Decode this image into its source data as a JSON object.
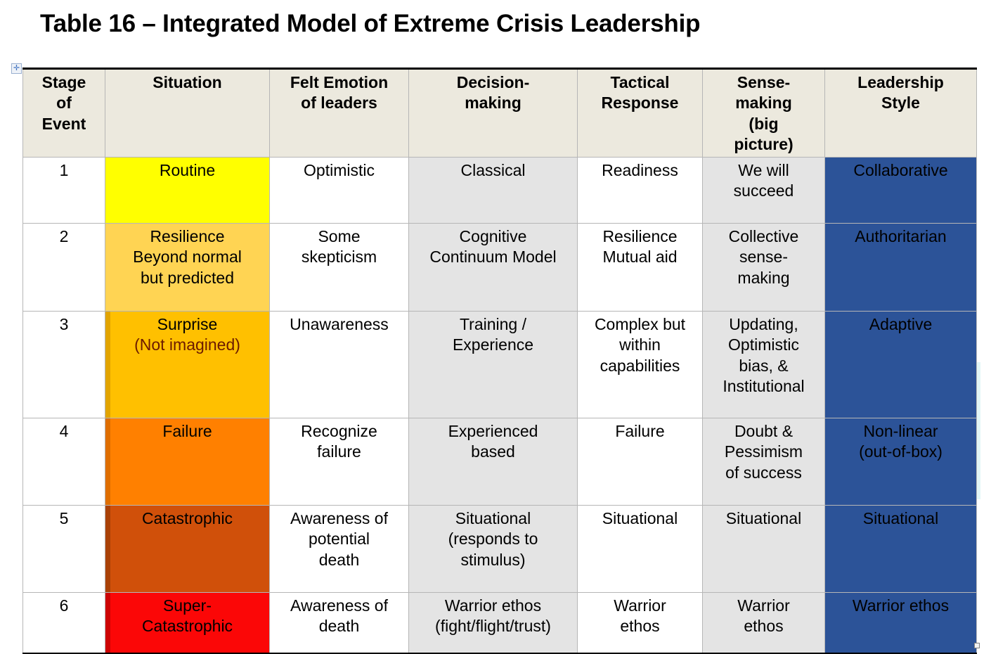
{
  "document": {
    "title": "Table 16 – Integrated Model of Extreme Crisis Leadership"
  },
  "handles": {
    "move_handle_icon": "move-cross-icon",
    "resize_handle_icon": "resize-handle-icon"
  },
  "colors": {
    "header_background": "#ECE9DE",
    "banded_column": "#E4E4E4",
    "leadership_blue": "#2C5398",
    "stage_1": "#FFFF00",
    "stage_2": "#FFD453",
    "stage_3": "#FFC000",
    "stage_4": "#FF8000",
    "stage_5": "#D0500A",
    "stage_6": "#FB0707",
    "surprise_subtitle": "#6B1A00"
  },
  "table": {
    "headers": [
      "Stage of Event",
      "Situation",
      "Felt Emotion of leaders",
      "Decision-making",
      "Tactical Response",
      "Sense-making (big picture)",
      "Leadership Style"
    ],
    "headers_lines": [
      [
        "Stage",
        "of",
        "Event"
      ],
      [
        "Situation"
      ],
      [
        "Felt Emotion",
        "of leaders"
      ],
      [
        "Decision-",
        "making"
      ],
      [
        "Tactical",
        "Response"
      ],
      [
        "Sense-",
        "making",
        "(big",
        "picture)"
      ],
      [
        "Leadership",
        "Style"
      ]
    ],
    "rows": [
      {
        "stage": "1",
        "situation": [
          "Routine"
        ],
        "situation_sub": [],
        "emotion": [
          "Optimistic"
        ],
        "decision": [
          "Classical"
        ],
        "tactical": [
          "Readiness"
        ],
        "sense": [
          "We will",
          "succeed"
        ],
        "leadership": [
          "Collaborative"
        ]
      },
      {
        "stage": "2",
        "situation": [
          "Resilience",
          "Beyond normal",
          "but predicted"
        ],
        "situation_sub": [],
        "emotion": [
          "Some",
          "skepticism"
        ],
        "decision": [
          "Cognitive",
          "Continuum Model"
        ],
        "tactical": [
          "Resilience",
          "Mutual aid"
        ],
        "sense": [
          "Collective",
          "sense-",
          "making"
        ],
        "leadership": [
          "Authoritarian"
        ]
      },
      {
        "stage": "3",
        "situation": [
          "Surprise"
        ],
        "situation_sub": [
          "(Not imagined)"
        ],
        "emotion": [
          "Unawareness"
        ],
        "decision": [
          "Training /",
          "Experience"
        ],
        "tactical": [
          "Complex but",
          "within",
          "capabilities"
        ],
        "sense": [
          "Updating,",
          "Optimistic",
          "bias, &",
          "Institutional"
        ],
        "leadership": [
          "Adaptive"
        ]
      },
      {
        "stage": "4",
        "situation": [
          "Failure"
        ],
        "situation_sub": [],
        "emotion": [
          "Recognize",
          "failure"
        ],
        "decision": [
          "Experienced",
          "based"
        ],
        "tactical": [
          "Failure"
        ],
        "sense": [
          "Doubt &",
          "Pessimism",
          "of success"
        ],
        "leadership": [
          "Non-linear",
          "(out-of-box)"
        ]
      },
      {
        "stage": "5",
        "situation": [
          "Catastrophic"
        ],
        "situation_sub": [],
        "emotion": [
          "Awareness of",
          "potential",
          "death"
        ],
        "decision": [
          "Situational",
          "(responds to",
          "stimulus)"
        ],
        "tactical": [
          "Situational"
        ],
        "sense": [
          "Situational"
        ],
        "leadership": [
          "Situational"
        ]
      },
      {
        "stage": "6",
        "situation": [
          "Super-",
          "Catastrophic"
        ],
        "situation_sub": [],
        "emotion": [
          "Awareness  of",
          "death"
        ],
        "decision": [
          "Warrior ethos",
          "(fight/flight/trust)"
        ],
        "tactical": [
          "Warrior",
          "ethos"
        ],
        "sense": [
          "Warrior",
          "ethos"
        ],
        "leadership": [
          "Warrior ethos"
        ]
      }
    ]
  }
}
